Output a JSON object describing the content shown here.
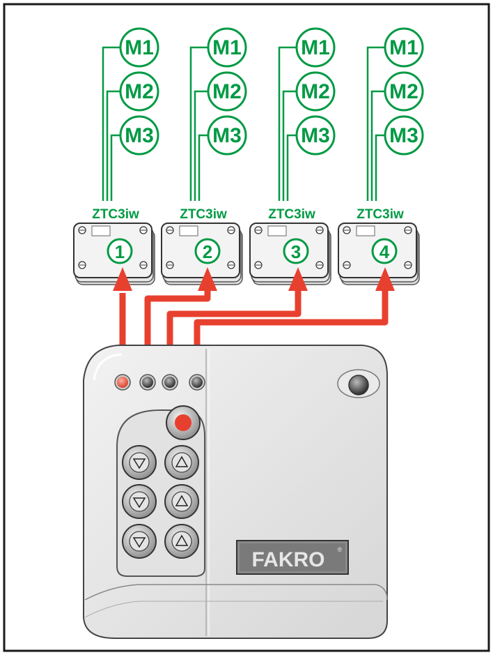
{
  "motors": {
    "labels": [
      "M1",
      "M2",
      "M3"
    ],
    "color": "#009a44"
  },
  "controllers": [
    {
      "model": "ZTC3iw",
      "number": "1"
    },
    {
      "model": "ZTC3iw",
      "number": "2"
    },
    {
      "model": "ZTC3iw",
      "number": "3"
    },
    {
      "model": "ZTC3iw",
      "number": "4"
    }
  ],
  "remote": {
    "brand": "FAKRO",
    "registered_mark": "®",
    "buttons": [
      "stop",
      "down",
      "up",
      "down",
      "up",
      "down",
      "up"
    ],
    "channel_leds": 4,
    "active_channel": 1
  },
  "colors": {
    "accent_red": "#e8402f",
    "wire_green": "#009a44",
    "border": "#1a1a1a"
  },
  "icons": [
    "down-arrow-icon",
    "up-arrow-icon",
    "stop-button-icon",
    "channel-led-icon",
    "screw-icon"
  ]
}
